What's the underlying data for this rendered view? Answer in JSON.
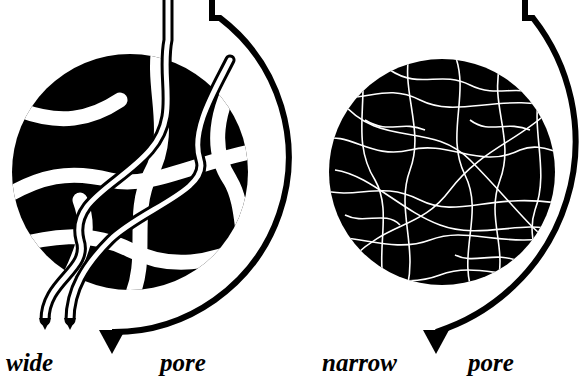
{
  "diagram": {
    "labels": [
      "wide",
      "pore",
      "narrow",
      "pore"
    ]
  }
}
